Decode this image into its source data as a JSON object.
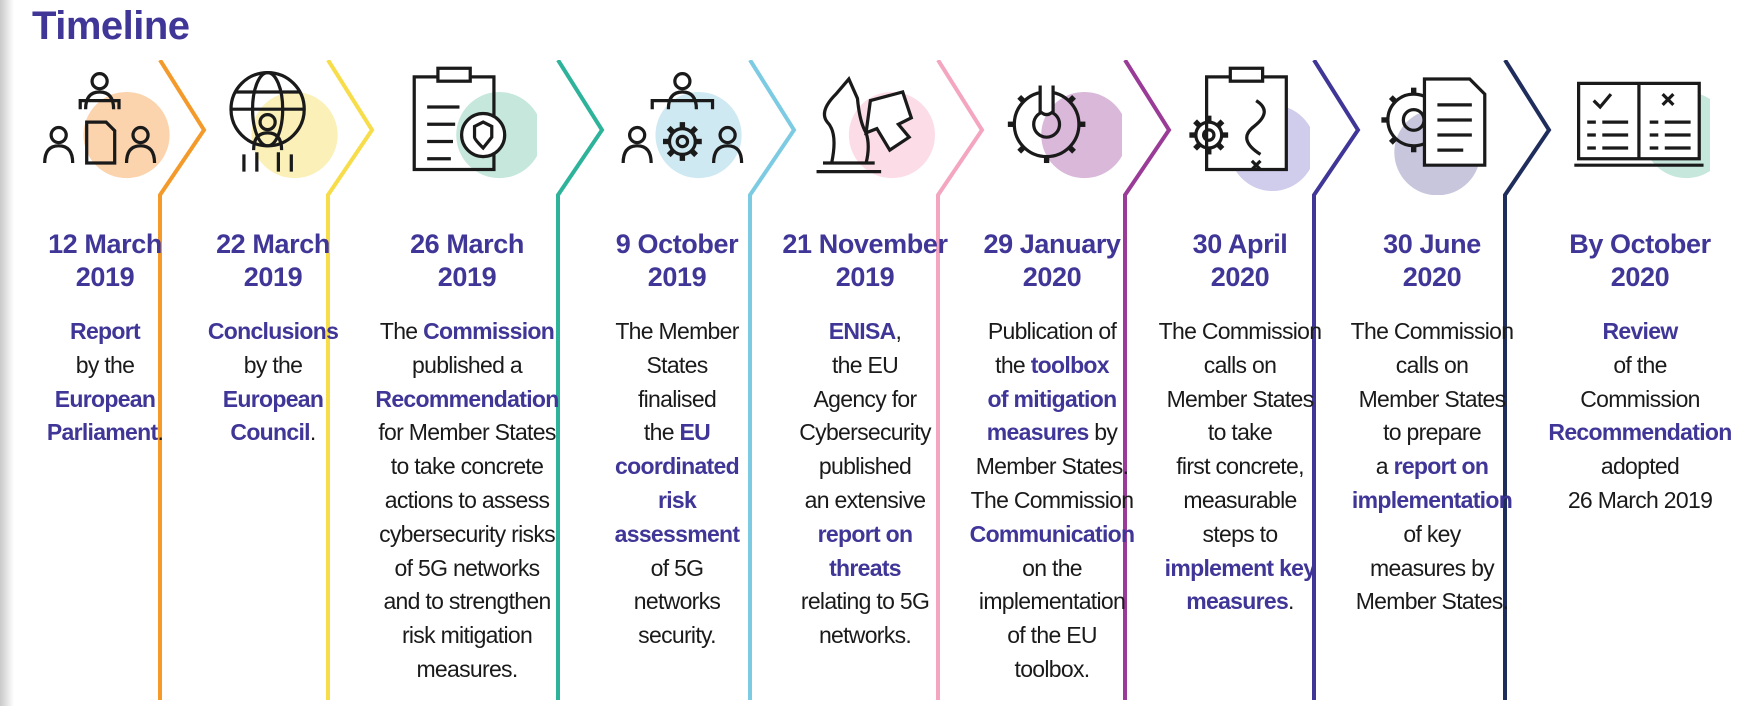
{
  "title": "Timeline",
  "colors": {
    "title": "#3f3697",
    "separators": [
      "#f39a2b",
      "#f7dd4a",
      "#2eb39b",
      "#7ccbe2",
      "#f4a6c1",
      "#9a3c97",
      "#3f3697",
      "#1f2d5c"
    ],
    "circles": [
      "#fbd3ad",
      "#fbf0b8",
      "#c6e7dc",
      "#cfe9f3",
      "#fcdde7",
      "#d9b8da",
      "#cfccec",
      "#c8c6dd",
      "#c6e7dc"
    ]
  },
  "steps": [
    {
      "icon": "people-document-icon",
      "date": [
        "12 March",
        "2019"
      ],
      "lines": [
        [
          [
            "Report",
            true
          ]
        ],
        [
          [
            "by the",
            false
          ]
        ],
        [
          [
            "European",
            true
          ]
        ],
        [
          [
            "Parliament",
            true
          ],
          [
            ".",
            false
          ]
        ]
      ]
    },
    {
      "icon": "globe-people-icon",
      "date": [
        "22 March",
        "2019"
      ],
      "lines": [
        [
          [
            "Conclusions",
            true
          ]
        ],
        [
          [
            "by the",
            false
          ]
        ],
        [
          [
            "European",
            true
          ]
        ],
        [
          [
            "Council",
            true
          ],
          [
            ".",
            false
          ]
        ]
      ]
    },
    {
      "icon": "clipboard-shield-icon",
      "date": [
        "26 March",
        "2019"
      ],
      "lines": [
        [
          [
            "The ",
            false
          ],
          [
            "Commission",
            true
          ]
        ],
        [
          [
            "published a",
            false
          ]
        ],
        [
          [
            "Recommendation",
            true
          ]
        ],
        [
          [
            "for Member States",
            false
          ]
        ],
        [
          [
            "to take concrete",
            false
          ]
        ],
        [
          [
            "actions to assess",
            false
          ]
        ],
        [
          [
            "cybersecurity risks",
            false
          ]
        ],
        [
          [
            "of 5G networks",
            false
          ]
        ],
        [
          [
            "and to strengthen",
            false
          ]
        ],
        [
          [
            "risk mitigation",
            false
          ]
        ],
        [
          [
            "measures.",
            false
          ]
        ]
      ]
    },
    {
      "icon": "people-gear-icon",
      "date": [
        "9 October",
        "2019"
      ],
      "lines": [
        [
          [
            "The Member",
            false
          ]
        ],
        [
          [
            "States",
            false
          ]
        ],
        [
          [
            "finalised",
            false
          ]
        ],
        [
          [
            "the ",
            false
          ],
          [
            "EU",
            true
          ]
        ],
        [
          [
            "coordinated",
            true
          ]
        ],
        [
          [
            "risk",
            true
          ]
        ],
        [
          [
            "assessment",
            true
          ]
        ],
        [
          [
            "of 5G",
            false
          ]
        ],
        [
          [
            "networks",
            false
          ]
        ],
        [
          [
            "security.",
            false
          ]
        ]
      ]
    },
    {
      "icon": "chess-puzzle-icon",
      "date": [
        "21 November",
        "2019"
      ],
      "lines": [
        [
          [
            "ENISA",
            true
          ],
          [
            ",",
            false
          ]
        ],
        [
          [
            "the EU",
            false
          ]
        ],
        [
          [
            "Agency for",
            false
          ]
        ],
        [
          [
            "Cybersecurity",
            false
          ]
        ],
        [
          [
            "published",
            false
          ]
        ],
        [
          [
            "an extensive",
            false
          ]
        ],
        [
          [
            "report on",
            true
          ]
        ],
        [
          [
            "threats",
            true
          ]
        ],
        [
          [
            "relating to 5G",
            false
          ]
        ],
        [
          [
            "networks.",
            false
          ]
        ]
      ]
    },
    {
      "icon": "gear-wrench-icon",
      "date": [
        "29 January",
        "2020"
      ],
      "lines": [
        [
          [
            "Publication of",
            false
          ]
        ],
        [
          [
            "the ",
            false
          ],
          [
            "toolbox",
            true
          ]
        ],
        [
          [
            "of mitigation",
            true
          ]
        ],
        [
          [
            "measures",
            true
          ],
          [
            " by",
            false
          ]
        ],
        [
          [
            "Member States.",
            false
          ]
        ],
        [
          [
            "The Commission",
            false
          ]
        ],
        [
          [
            "Communication",
            true
          ]
        ],
        [
          [
            "on the",
            false
          ]
        ],
        [
          [
            "implementation",
            false
          ]
        ],
        [
          [
            "of the EU",
            false
          ]
        ],
        [
          [
            "toolbox.",
            false
          ]
        ]
      ]
    },
    {
      "icon": "clipboard-plan-icon",
      "date": [
        "30 April",
        "2020"
      ],
      "lines": [
        [
          [
            "The Commission",
            false
          ]
        ],
        [
          [
            "calls on",
            false
          ]
        ],
        [
          [
            "Member States",
            false
          ]
        ],
        [
          [
            "to take",
            false
          ]
        ],
        [
          [
            "first concrete,",
            false
          ]
        ],
        [
          [
            "measurable",
            false
          ]
        ],
        [
          [
            "steps to",
            false
          ]
        ],
        [
          [
            "implement key",
            true
          ]
        ],
        [
          [
            "measures",
            true
          ],
          [
            ".",
            false
          ]
        ]
      ]
    },
    {
      "icon": "gear-document-icon",
      "date": [
        "30 June",
        "2020"
      ],
      "lines": [
        [
          [
            "The Commission",
            false
          ]
        ],
        [
          [
            "calls on",
            false
          ]
        ],
        [
          [
            "Member States",
            false
          ]
        ],
        [
          [
            "to prepare",
            false
          ]
        ],
        [
          [
            "a ",
            false
          ],
          [
            "report on",
            true
          ]
        ],
        [
          [
            "implementation",
            true
          ]
        ],
        [
          [
            "of key",
            false
          ]
        ],
        [
          [
            "measures by",
            false
          ]
        ],
        [
          [
            "Member States.",
            false
          ]
        ]
      ]
    },
    {
      "icon": "open-book-checklist-icon",
      "date": [
        "By October",
        "2020"
      ],
      "lines": [
        [
          [
            "Review",
            true
          ]
        ],
        [
          [
            "of the",
            false
          ]
        ],
        [
          [
            "Commission",
            false
          ]
        ],
        [
          [
            "Recommendation",
            true
          ]
        ],
        [
          [
            "adopted",
            false
          ]
        ],
        [
          [
            "26 March 2019",
            false
          ]
        ]
      ]
    }
  ]
}
